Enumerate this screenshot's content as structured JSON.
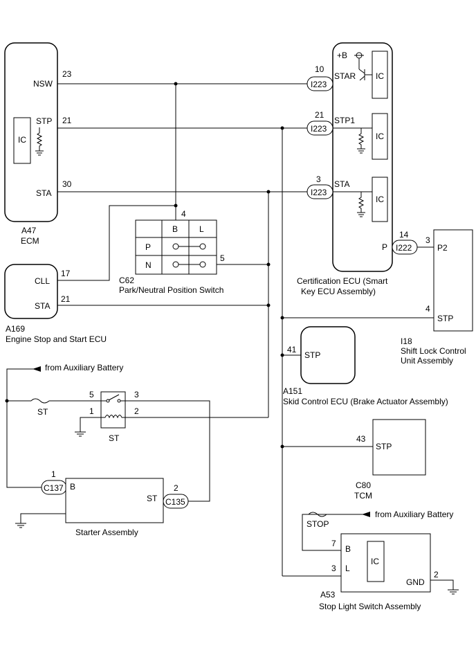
{
  "ecm": {
    "id": "A47",
    "name": "ECM",
    "pins": {
      "nsw": "NSW",
      "stp": "STP",
      "sta": "STA"
    },
    "pin_nums": {
      "nsw": "23",
      "stp": "21",
      "sta": "30"
    },
    "ic": "IC"
  },
  "cert_ecu": {
    "name": "Certification ECU (Smart",
    "name2": "Key ECU Assembly)",
    "batt": "+B",
    "pins": {
      "star": "STAR",
      "stp1": "STP1",
      "sta": "STA",
      "p": "P"
    },
    "pin_nums": {
      "star": "10",
      "stp1": "21",
      "sta": "3",
      "p": "14"
    },
    "ic": "IC"
  },
  "connectors": {
    "i223": "I223",
    "i222": "I222",
    "c137": "C137",
    "c135": "C135"
  },
  "pnp": {
    "id": "C62",
    "name": "Park/Neutral Position Switch",
    "col_b": "B",
    "col_l": "L",
    "row_p": "P",
    "row_n": "N",
    "pin4": "4",
    "pin5": "5"
  },
  "essecu": {
    "id": "A169",
    "name": "Engine Stop and Start ECU",
    "pins": {
      "cll": "CLL",
      "sta": "STA"
    },
    "pin_nums": {
      "cll": "17",
      "sta": "21"
    }
  },
  "shift_lock": {
    "id": "I18",
    "name": "Shift Lock Control",
    "name2": "Unit Assembly",
    "pins": {
      "p2": "P2",
      "stp": "STP"
    },
    "pin_nums": {
      "p2": "3",
      "stp": "4"
    }
  },
  "skid": {
    "id": "A151",
    "name": "Skid Control ECU (Brake Actuator Assembly)",
    "pin": "STP",
    "pin_num": "41"
  },
  "tcm": {
    "id": "C80",
    "name": "TCM",
    "pin": "STP",
    "pin_num": "43"
  },
  "starter_relay": {
    "label": "ST",
    "pins": {
      "p5": "5",
      "p3": "3",
      "p1": "1",
      "p2": "2"
    }
  },
  "fuse_st": "ST",
  "fuse_stop": "STOP",
  "aux1": "from Auxiliary Battery",
  "aux2": "from Auxiliary Battery",
  "starter": {
    "name": "Starter Assembly",
    "pin_b": "B",
    "pin_st": "ST",
    "num_b": "1",
    "num_st": "2"
  },
  "stop_switch": {
    "id": "A53",
    "name": "Stop Light Switch Assembly",
    "pins": {
      "b": "B",
      "l": "L",
      "gnd": "GND"
    },
    "pin_nums": {
      "b": "7",
      "l": "3",
      "gnd": "2"
    },
    "ic": "IC"
  }
}
